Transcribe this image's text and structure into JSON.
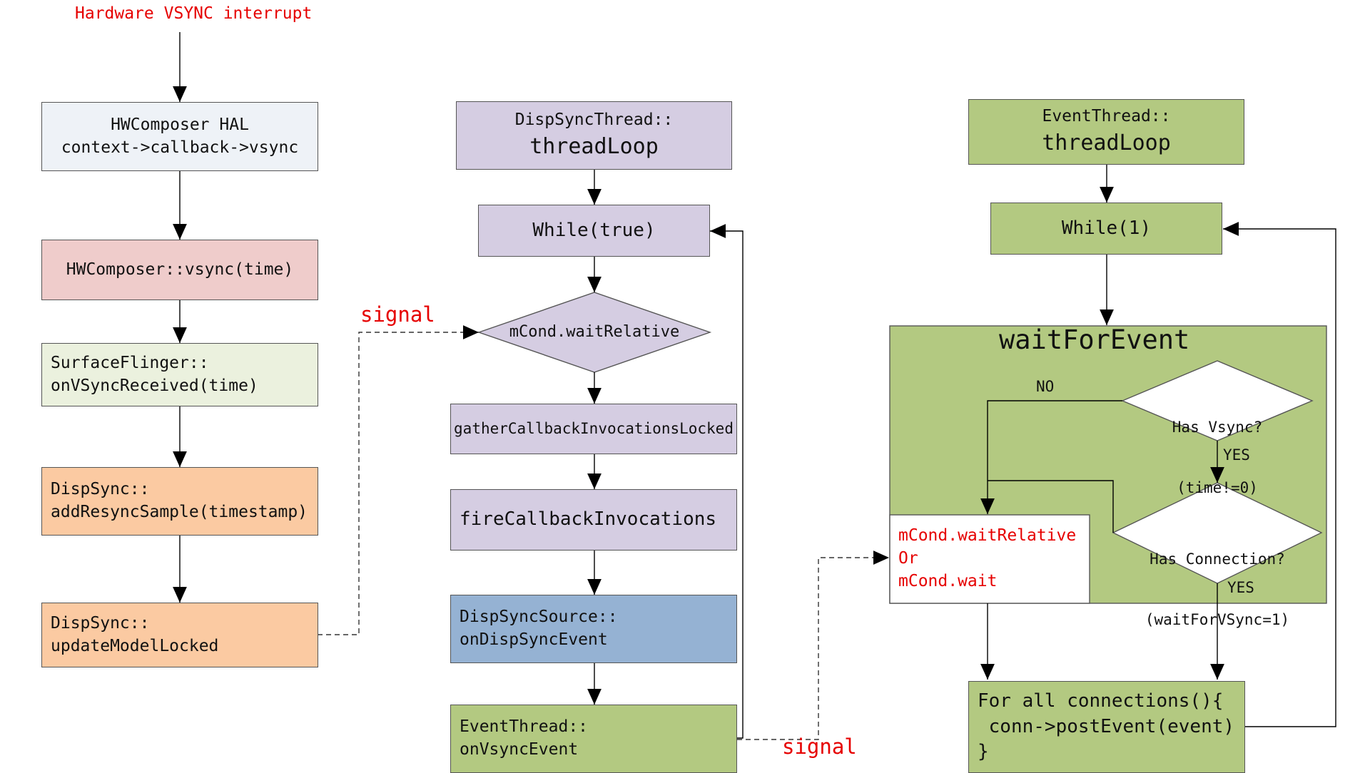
{
  "colors": {
    "gray_box": "#eef2f7",
    "pink_box": "#efcccb",
    "light_green_box": "#ebf1de",
    "orange_box": "#fbcaa2",
    "purple_box": "#d5cde2",
    "blue_box": "#95b2d3",
    "green_box": "#b3c981",
    "red_text": "#e60000"
  },
  "top_label": "Hardware VSYNC interrupt",
  "left_column": {
    "hwcomposer_hal": [
      "HWComposer HAL",
      "context->callback->vsync"
    ],
    "hwcomposer_vsync": "HWComposer::vsync(time)",
    "surfaceflinger": [
      "SurfaceFlinger::",
      "onVSyncReceived(time)"
    ],
    "dispsync_add": [
      "DispSync::",
      "addResyncSample(timestamp)"
    ],
    "dispsync_update": [
      "DispSync::",
      "updateModelLocked"
    ]
  },
  "middle_column": {
    "title": [
      "DispSyncThread::",
      "threadLoop"
    ],
    "while": "While(true)",
    "wait": "mCond.waitRelative",
    "gather": "gatherCallbackInvocationsLocked",
    "fire": "fireCallbackInvocations",
    "source": [
      "DispSyncSource::",
      "onDispSyncEvent"
    ],
    "event": [
      "EventThread::",
      "onVsyncEvent"
    ]
  },
  "right_column": {
    "title": [
      "EventThread::",
      "threadLoop"
    ],
    "while": "While(1)",
    "container_title": "waitForEvent",
    "has_vsync": [
      "Has Vsync?",
      "(time!=0)"
    ],
    "has_connection": [
      "Has Connection?",
      "(waitForVSync=1)"
    ],
    "no_label": "NO",
    "yes_label_1": "YES",
    "yes_label_2": "YES",
    "wait_box": [
      "mCond.waitRelative",
      "Or",
      "mCond.wait"
    ],
    "for_all": [
      "For all connections(){",
      " conn->postEvent(event)",
      "}"
    ]
  },
  "signal_labels": {
    "signal_1": "signal",
    "signal_2": "signal"
  }
}
